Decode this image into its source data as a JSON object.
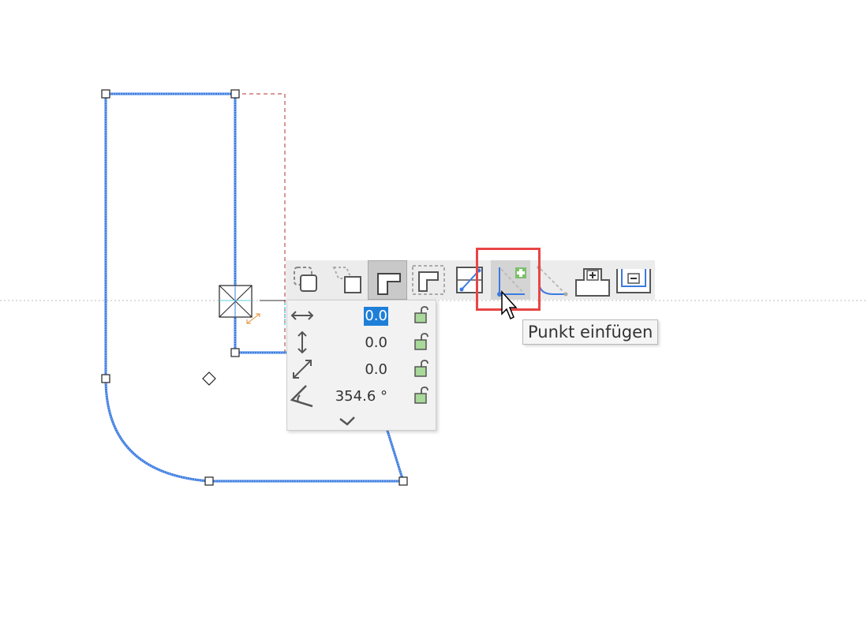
{
  "toolbar": {
    "items": [
      {
        "name": "group-outline-icon"
      },
      {
        "name": "rectangle-dashed-icon"
      },
      {
        "name": "l-shape-icon",
        "active": true
      },
      {
        "name": "l-shape-dashed-icon"
      },
      {
        "name": "edit-segment-icon"
      },
      {
        "name": "insert-point-icon",
        "highlighted": true
      },
      {
        "name": "fillet-icon"
      },
      {
        "name": "add-level-icon"
      },
      {
        "name": "remove-level-icon"
      }
    ]
  },
  "tooltip": {
    "text": "Punkt einfügen"
  },
  "panel": {
    "rows": [
      {
        "icon": "horizontal-arrow-icon",
        "value": "0.0",
        "selected": true
      },
      {
        "icon": "vertical-arrow-icon",
        "value": "0.0"
      },
      {
        "icon": "diagonal-arrow-icon",
        "value": "0.0"
      },
      {
        "icon": "angle-icon",
        "value": "354.6 °"
      }
    ],
    "confirm_icon": "checkmark-icon"
  },
  "colors": {
    "shape_outline": "#3a7be0",
    "dashed_guide": "#b03030",
    "highlight": "#e84545",
    "selection": "#1e7fd8",
    "lock": "#7cc06a"
  }
}
